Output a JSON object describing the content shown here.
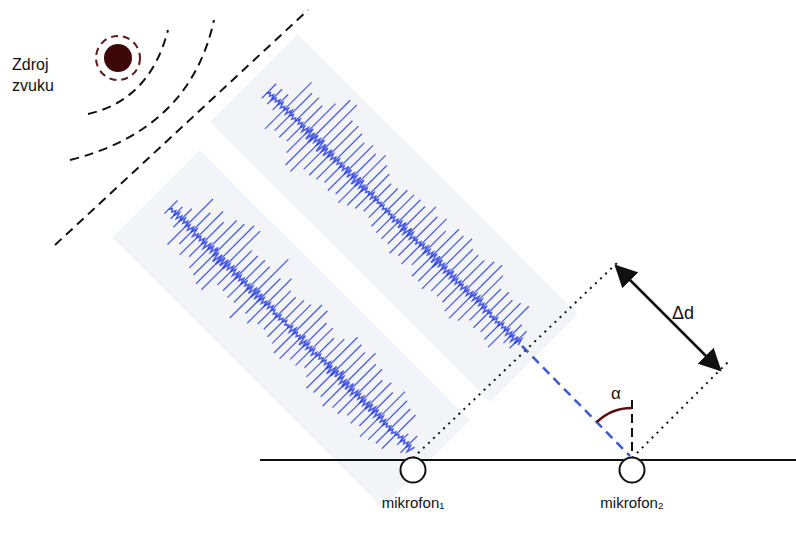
{
  "diagram": {
    "nodes": [
      {
        "text": [
          "Zdroj zvuku"
        ]
      },
      {
        "text": [
          "mikrofon₁"
        ]
      },
      {
        "text": [
          "mikrofon₂"
        ]
      }
    ],
    "labels": [
      "Δd",
      "α"
    ]
  }
}
